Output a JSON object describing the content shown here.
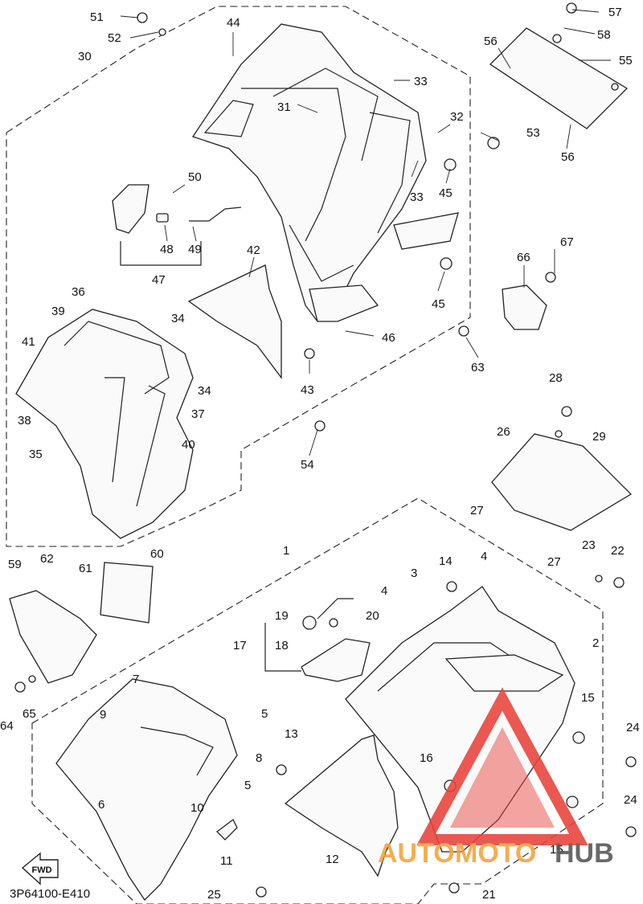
{
  "diagram": {
    "reference_code": "3P64100-E410",
    "direction_label": "FWD",
    "watermark": {
      "prefix": "AUTO",
      "middle": "MOTO",
      "suffix": "HUB",
      "color_primary": "#e8423a",
      "color_secondary": "#f2a33a",
      "color_dark": "#555555"
    },
    "callouts": [
      "1",
      "2",
      "3",
      "4",
      "4",
      "5",
      "5",
      "6",
      "7",
      "8",
      "9",
      "10",
      "11",
      "12",
      "13",
      "14",
      "15",
      "15",
      "16",
      "17",
      "18",
      "19",
      "20",
      "21",
      "22",
      "23",
      "24",
      "24",
      "25",
      "26",
      "27",
      "27",
      "28",
      "29",
      "30",
      "31",
      "32",
      "33",
      "33",
      "34",
      "34",
      "35",
      "36",
      "37",
      "38",
      "39",
      "40",
      "41",
      "42",
      "43",
      "44",
      "45",
      "45",
      "46",
      "47",
      "48",
      "49",
      "50",
      "51",
      "52",
      "53",
      "54",
      "55",
      "56",
      "56",
      "57",
      "58",
      "59",
      "60",
      "61",
      "62",
      "63",
      "64",
      "65",
      "66",
      "67"
    ]
  }
}
